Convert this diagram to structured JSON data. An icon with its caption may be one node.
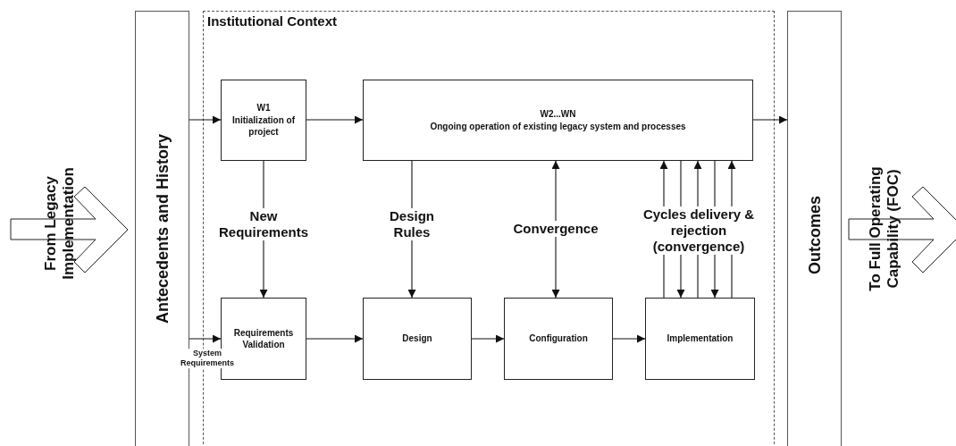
{
  "diagram": {
    "nodes": [
      {
        "text": [
          "From Legacy Implementation"
        ]
      },
      {
        "text": [
          "Antecedents and History"
        ]
      },
      {
        "text": [
          "Institutional Context"
        ]
      },
      {
        "text": [
          "W1",
          "Initialization of project"
        ],
        "in": 2
      },
      {
        "text": [
          "W2...WN",
          "Ongoing operation of existing legacy system and processes"
        ],
        "in": 2
      },
      {
        "text": [
          "Requirements Validation"
        ],
        "in": 2
      },
      {
        "text": [
          "Design"
        ],
        "in": 2
      },
      {
        "text": [
          "Configuration"
        ],
        "in": 2
      },
      {
        "text": [
          "Implementation"
        ],
        "in": 2
      },
      {
        "text": [
          "Outcomes"
        ]
      },
      {
        "text": [
          "To Full Operating Capability (FOC)"
        ]
      }
    ],
    "edges": [
      {
        "from": 1,
        "to": 3,
        "arrow": "to"
      },
      {
        "from": 1,
        "to": 5,
        "arrow": "to",
        "label": "System Requirements"
      },
      {
        "from": 3,
        "to": 4,
        "arrow": "to"
      },
      {
        "from": 4,
        "to": 9,
        "arrow": "to"
      },
      {
        "from": 3,
        "to": 5,
        "arrow": "to",
        "label": "New Requirements"
      },
      {
        "from": 4,
        "to": 6,
        "arrow": "to",
        "label": "Design Rules"
      },
      {
        "from": 4,
        "to": 7,
        "arrow": "both",
        "label": "Convergence"
      },
      {
        "from": 8,
        "to": 4,
        "arrow": "to"
      },
      {
        "from": 4,
        "to": 8,
        "arrow": "to"
      },
      {
        "from": 8,
        "to": 4,
        "arrow": "to",
        "label": "Cycles delivery & rejection (convergence)"
      },
      {
        "from": 4,
        "to": 8,
        "arrow": "to"
      },
      {
        "from": 8,
        "to": 4,
        "arrow": "to"
      },
      {
        "from": 5,
        "to": 6,
        "arrow": "to"
      },
      {
        "from": 6,
        "to": 7,
        "arrow": "to"
      },
      {
        "from": 7,
        "to": 8,
        "arrow": "to"
      }
    ]
  }
}
